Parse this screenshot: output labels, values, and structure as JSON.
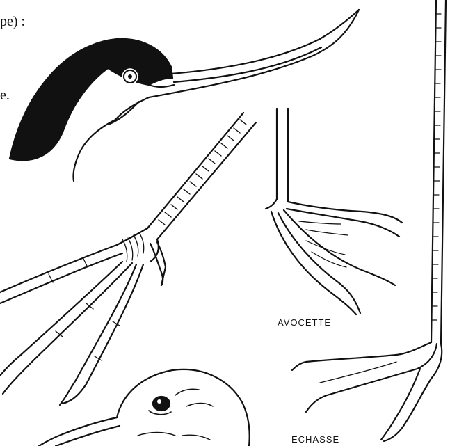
{
  "text": {
    "fragment_top": "pe) :",
    "fragment_mid": "e."
  },
  "labels": {
    "avocette": "AVOCETTE",
    "echasse": "ECHASSE"
  },
  "colors": {
    "ink": "#111111",
    "paper": "#ffffff"
  }
}
